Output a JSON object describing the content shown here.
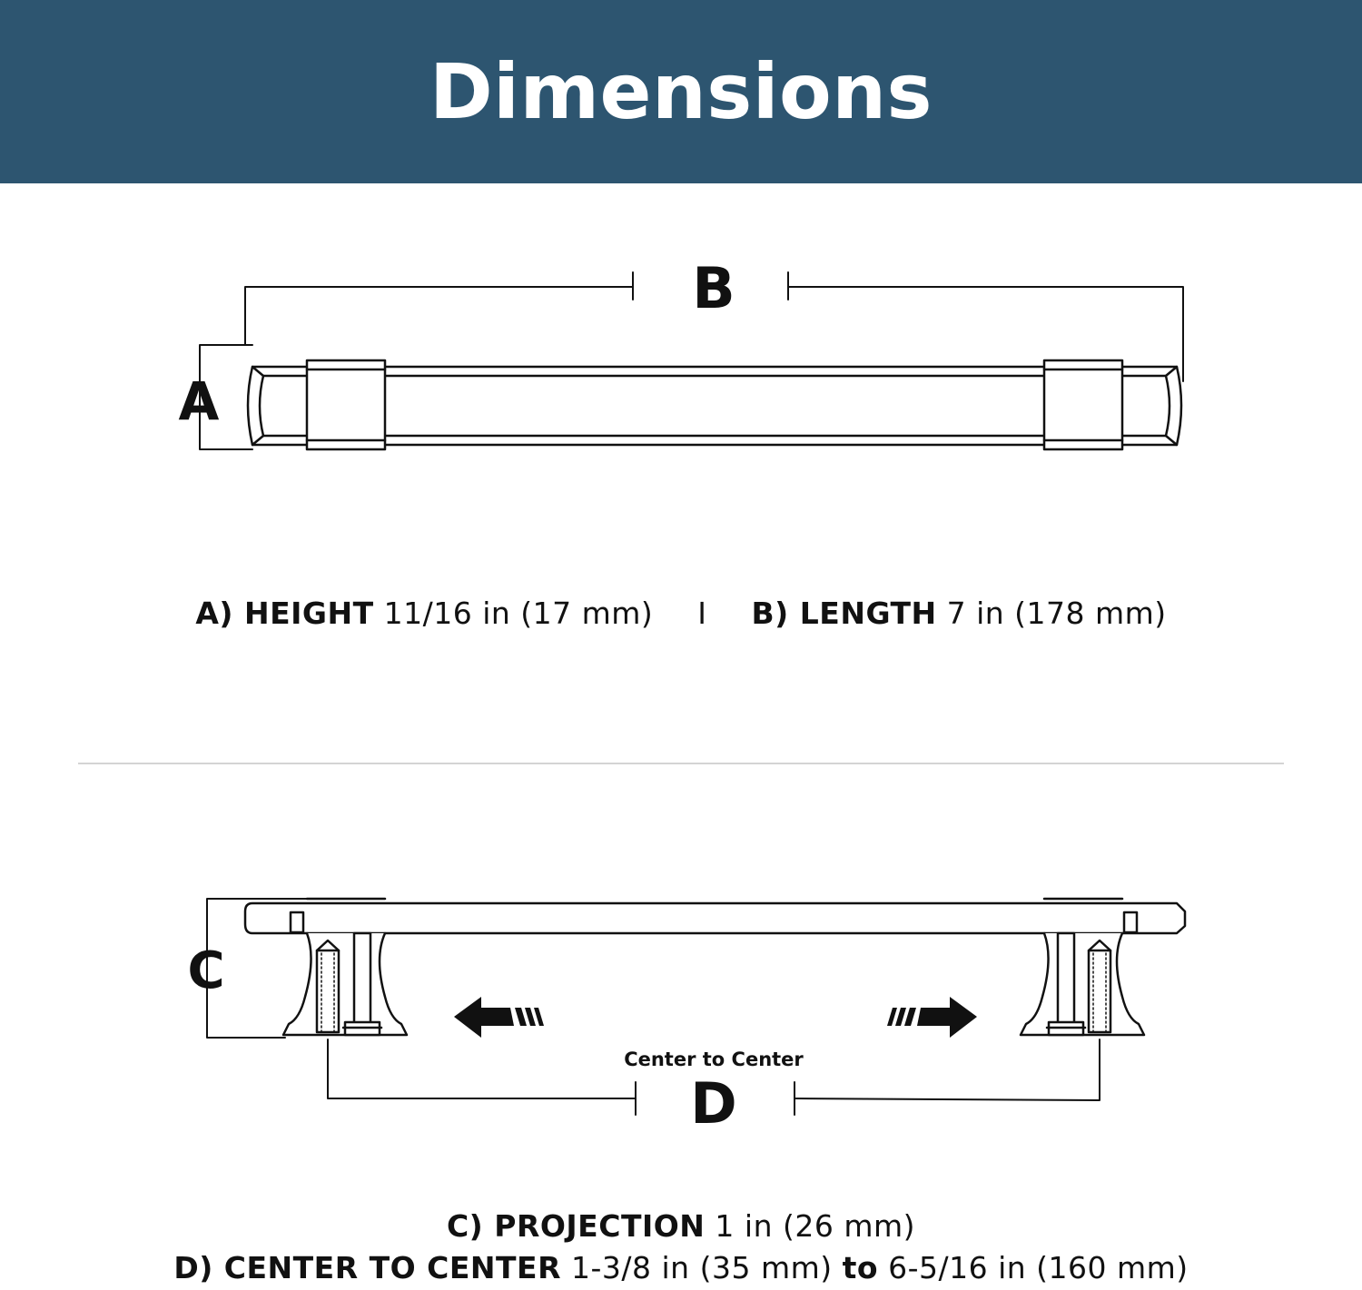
{
  "header": {
    "title": "Dimensions",
    "background": "#2d5570"
  },
  "top_diagram": {
    "label_a": "A",
    "label_b": "B"
  },
  "bottom_diagram": {
    "label_c": "C",
    "label_d": "D",
    "center_label": "Center to Center",
    "arrow_left_icon": "arrow-left-icon",
    "arrow_right_icon": "arrow-right-icon"
  },
  "specs": {
    "height_label": "A) HEIGHT",
    "height_value": "11/16 in (17 mm)",
    "separator": "I",
    "length_label": "B) LENGTH",
    "length_value": "7 in (178 mm)",
    "projection_label": "C) PROJECTION",
    "projection_value": "1 in (26 mm)",
    "ctc_label": "D) CENTER TO CENTER",
    "ctc_min": "1-3/8 in (35 mm)",
    "ctc_to": "to",
    "ctc_max": "6-5/16 in (160 mm)"
  }
}
